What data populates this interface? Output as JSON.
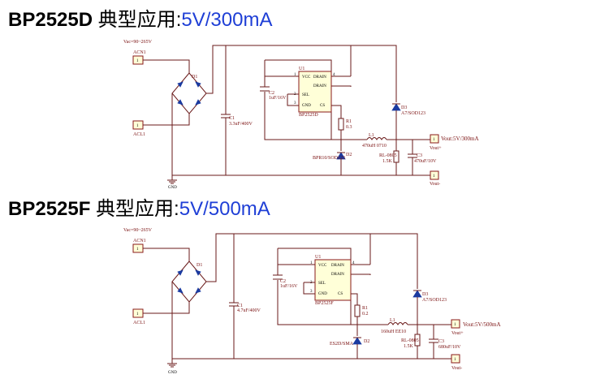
{
  "headings": [
    {
      "part": "BP2525D",
      "cn": "典型应用:",
      "spec": "5V/300mA"
    },
    {
      "part": "BP2525F",
      "cn": "典型应用:",
      "spec": "5V/500mA"
    }
  ],
  "circuits": [
    {
      "vac": "Vac=90~265V",
      "acn": "ACN1",
      "acl": "ACL1",
      "pin": "1",
      "bridge": "D1",
      "cap_in": "C1",
      "cap_in_val": "3.3uF/400V",
      "ic_ref": "U1",
      "ic_name": "BP2525D",
      "pins": {
        "vcc": "VCC",
        "drain1": "DRAIN",
        "drain2": "DRAIN",
        "sel": "SEL",
        "gnd": "GND",
        "cs": "CS"
      },
      "pinnums": [
        "1",
        "4",
        "2",
        "3"
      ],
      "c2": "C2",
      "c2_val": "1uF/16V",
      "r1": "R1",
      "r1_val": "0.3",
      "diode_free": "D3",
      "diode_free_val": "A7/SOD123",
      "inductor": "L1",
      "inductor_val": "470uH 0710",
      "rl": "RL-0805",
      "rl_val": "1.5K",
      "cout": "C3",
      "cout_val": "470uF/10V",
      "diode_out": "D2",
      "diode_out_val": "BPR10/SOD123",
      "vout": "Vout:5V/300mA",
      "vout_plus": "Vout+",
      "vout_minus": "Vout-",
      "gnd": "GND"
    },
    {
      "vac": "Vac=90~265V",
      "acn": "ACN1",
      "acl": "ACL1",
      "pin": "1",
      "bridge": "D1",
      "cap_in": "C1",
      "cap_in_val": "4.7uF/400V",
      "ic_ref": "U1",
      "ic_name": "BP2525F",
      "pins": {
        "vcc": "VCC",
        "drain1": "DRAIN",
        "drain2": "DRAIN",
        "sel": "SEL",
        "gnd": "GND",
        "cs": "CS"
      },
      "pinnums": [
        "1",
        "4",
        "2",
        "3"
      ],
      "c2": "C2",
      "c2_val": "1uF/16V",
      "r1": "R1",
      "r1_val": "0.2",
      "diode_free": "D3",
      "diode_free_val": "A7/SOD123",
      "inductor": "L1",
      "inductor_val": "160uH EE10",
      "rl": "RL-0805",
      "rl_val": "1.5K",
      "cout": "C3",
      "cout_val": "680uF/10V",
      "diode_out": "D2",
      "diode_out_val": "ES2D/SMA",
      "vout": "Vout:5V/500mA",
      "vout_plus": "Vout+",
      "vout_minus": "Vout-",
      "gnd": "GND"
    }
  ]
}
